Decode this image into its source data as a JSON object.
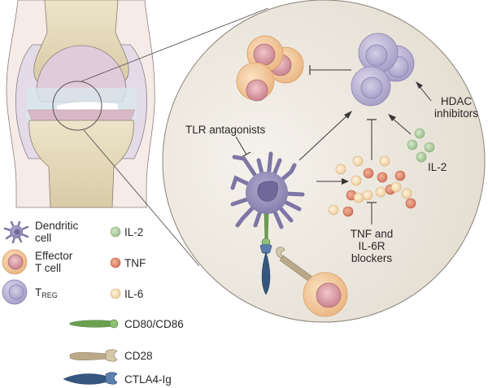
{
  "diagram": {
    "title": "",
    "zoom_labels": {
      "tlr_antagonists": "TLR antagonists",
      "hdac_line1": "HDAC",
      "hdac_line2": "inhibitors",
      "il2": "IL-2",
      "tnf_line1": "TNF and",
      "tnf_line2": "IL-6R",
      "tnf_line3": "blockers"
    },
    "legend": {
      "cells": [
        {
          "icon": "dendritic-cell-icon",
          "line1": "Dendritic",
          "line2": "cell"
        },
        {
          "icon": "effector-t-cell-icon",
          "line1": "Effector",
          "line2": "T cell"
        },
        {
          "icon": "treg-cell-icon",
          "main": "T",
          "sub": "REG"
        }
      ],
      "cytokines": [
        {
          "icon": "il2-dot-icon",
          "label": "IL-2",
          "color": "#a9c99b"
        },
        {
          "icon": "tnf-dot-icon",
          "label": "TNF",
          "color": "#e08c6e"
        },
        {
          "icon": "il6-dot-icon",
          "label": "IL-6",
          "color": "#f5d8ae"
        }
      ],
      "molecules": [
        {
          "icon": "cd80-cd86-icon",
          "label": "CD80/CD86",
          "color": "#5e9a45"
        },
        {
          "icon": "cd28-icon",
          "label": "CD28",
          "color": "#b9a989"
        },
        {
          "icon": "ctla4-ig-icon",
          "label": "CTLA4-Ig",
          "color": "#35577f"
        }
      ]
    },
    "colors": {
      "zoom_fill": "#e9e4da",
      "effector_outer": "#f3c89a",
      "effector_nucleus": "#d69aa2",
      "treg": "#b9b2d2",
      "dendritic": "#8d86b3",
      "bone": "#ddd1b0",
      "cartilage": "#dcc9d6",
      "synovium": "#d6e6ea"
    }
  }
}
